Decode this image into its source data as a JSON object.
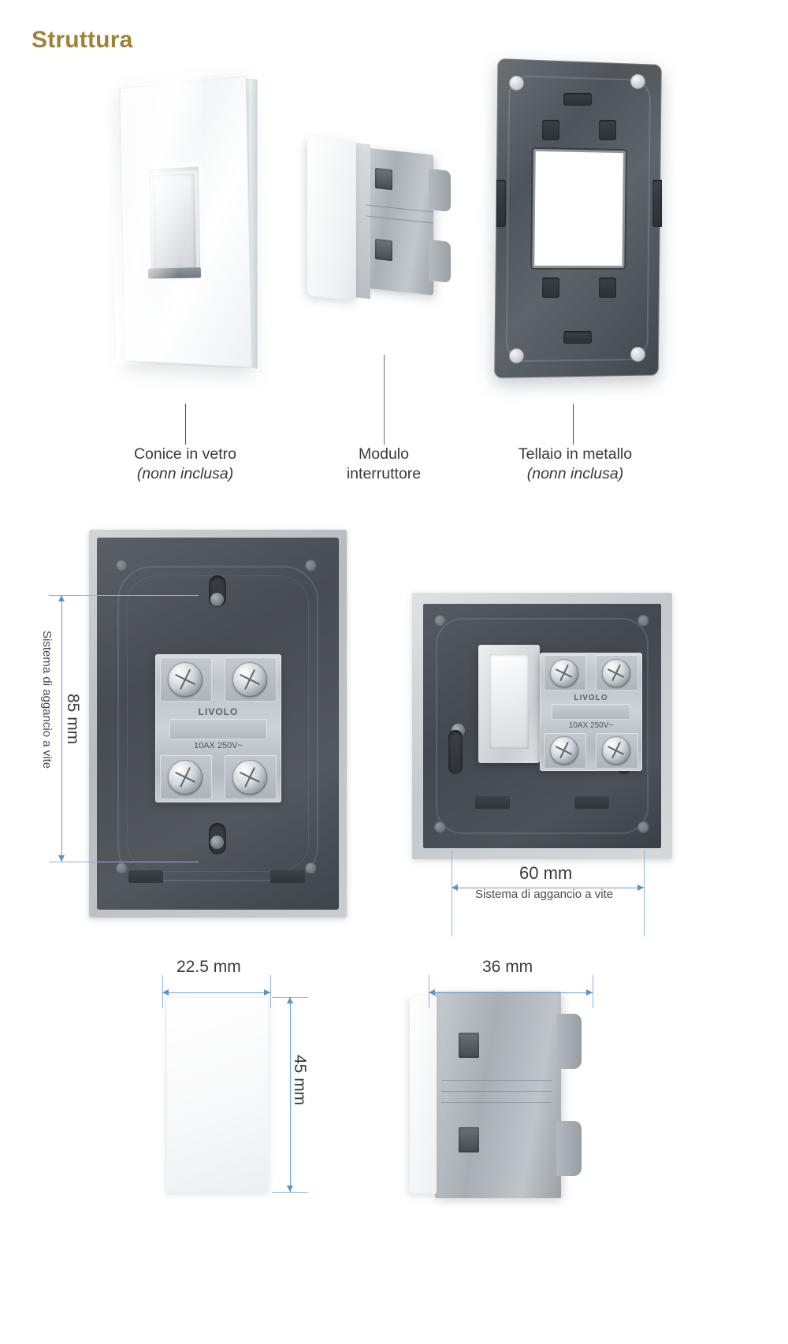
{
  "meta": {
    "title": "Struttura",
    "title_color": "#9c8338",
    "dim_color": "#6a9fd0",
    "text_color": "#3a3a3a"
  },
  "exploded": {
    "parts": [
      {
        "id": "glass-frame",
        "label_line1": "Conice in vetro",
        "label_line2": "(nonn inclusa)",
        "icon": "glass-panel-icon"
      },
      {
        "id": "switch-module",
        "label_line1": "Modulo",
        "label_line2": "interruttore",
        "icon": "switch-module-icon"
      },
      {
        "id": "metal-frame",
        "label_line1": "Tellaio in metallo",
        "label_line2": "(nonn inclusa)",
        "icon": "metal-frame-icon"
      }
    ]
  },
  "terminal": {
    "brand": "LIVOLO",
    "rating": "10AX 250V~"
  },
  "dimensions": {
    "height_mount": {
      "value": "85 mm",
      "note": "Sistema di aggancio a vite",
      "orientation": "vertical"
    },
    "width_mount": {
      "value": "60 mm",
      "note": "Sistema di aggancio a vite",
      "orientation": "horizontal"
    },
    "module_width": {
      "value": "22.5 mm",
      "orientation": "horizontal"
    },
    "module_height": {
      "value": "45 mm",
      "orientation": "vertical"
    },
    "module_depth": {
      "value": "36 mm",
      "orientation": "horizontal"
    }
  },
  "chart_data": {
    "type": "table",
    "title": "Struttura - dimensioni modulo interruttore",
    "categories": [
      "85 mm",
      "60 mm",
      "22.5 mm",
      "45 mm",
      "36 mm"
    ],
    "values": [
      85,
      60,
      22.5,
      45,
      36
    ],
    "ylabel": "mm"
  }
}
